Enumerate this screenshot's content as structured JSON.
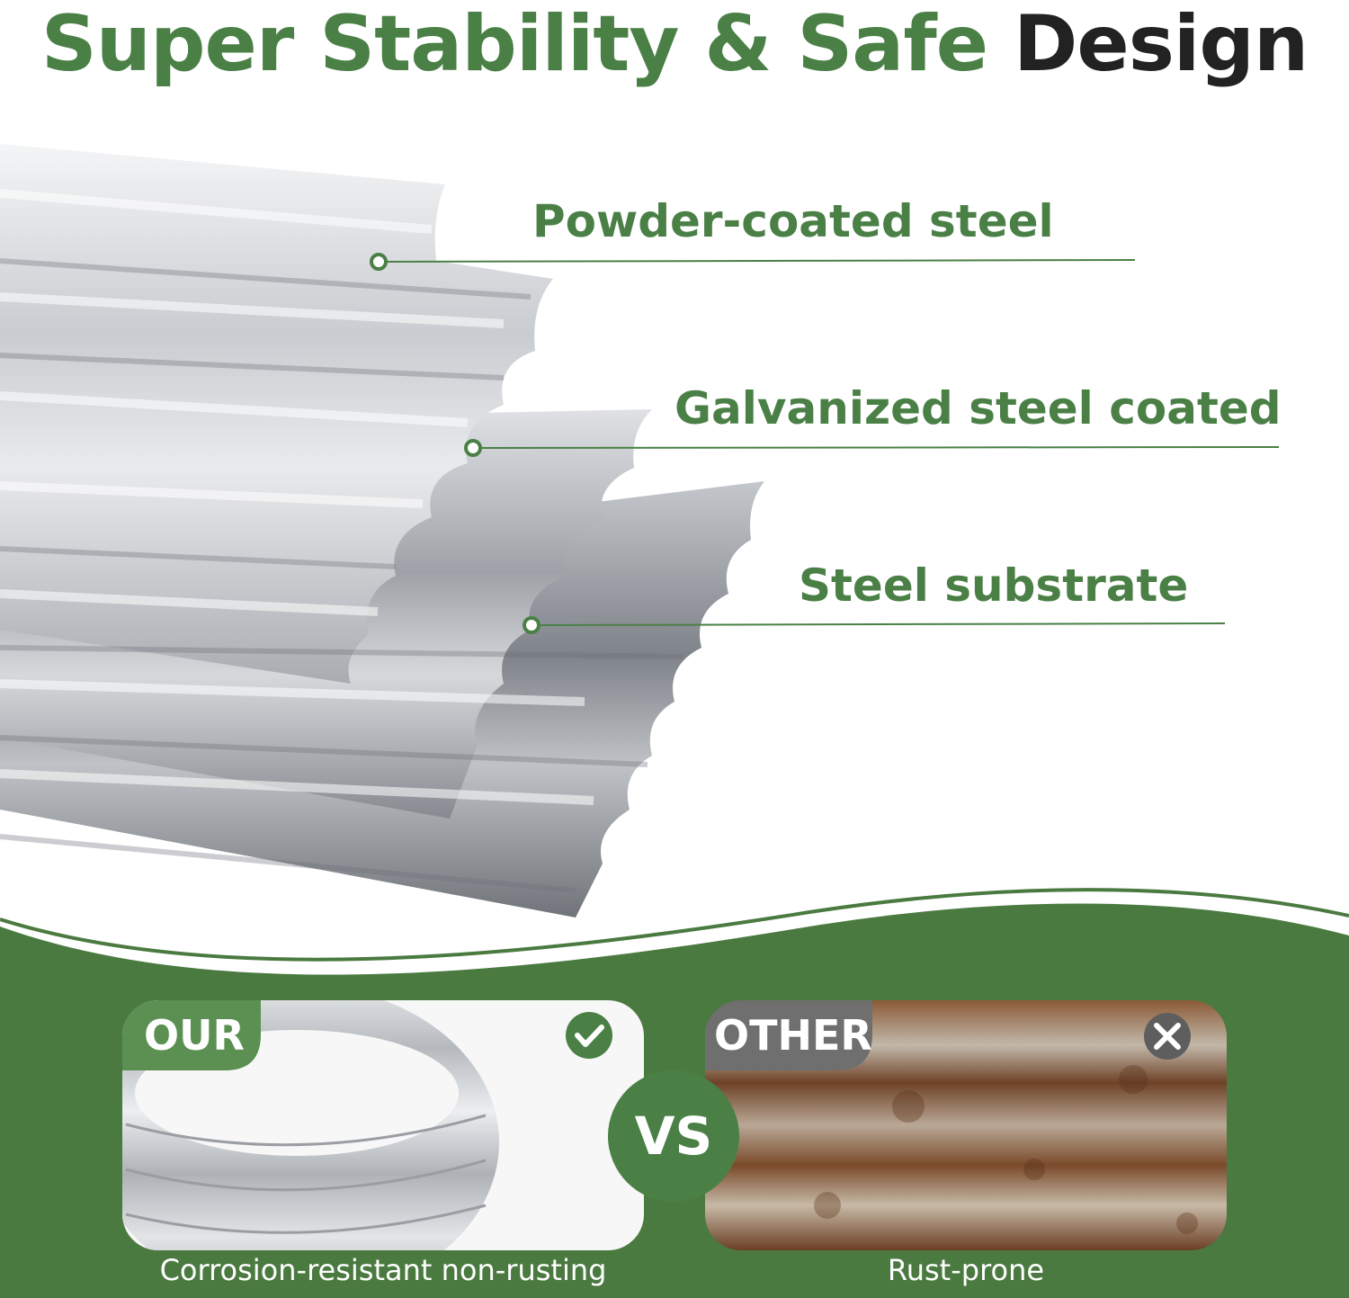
{
  "heading": {
    "part1": "Super Stability & Safe",
    "part2": "Design"
  },
  "layers": [
    {
      "label": "Powder-coated steel"
    },
    {
      "label": "Galvanized steel coated"
    },
    {
      "label": "Steel substrate"
    }
  ],
  "comparison": {
    "ours": {
      "badge": "OUR",
      "caption": "Corrosion-resistant  non-rusting",
      "status_icon": "check-icon"
    },
    "vs": "VS",
    "other": {
      "badge": "OTHER",
      "caption": "Rust-prone",
      "status_icon": "close-icon"
    }
  },
  "colors": {
    "brand_green": "#4a8046",
    "dark_text": "#222222",
    "rust": "#7a4a2a"
  }
}
